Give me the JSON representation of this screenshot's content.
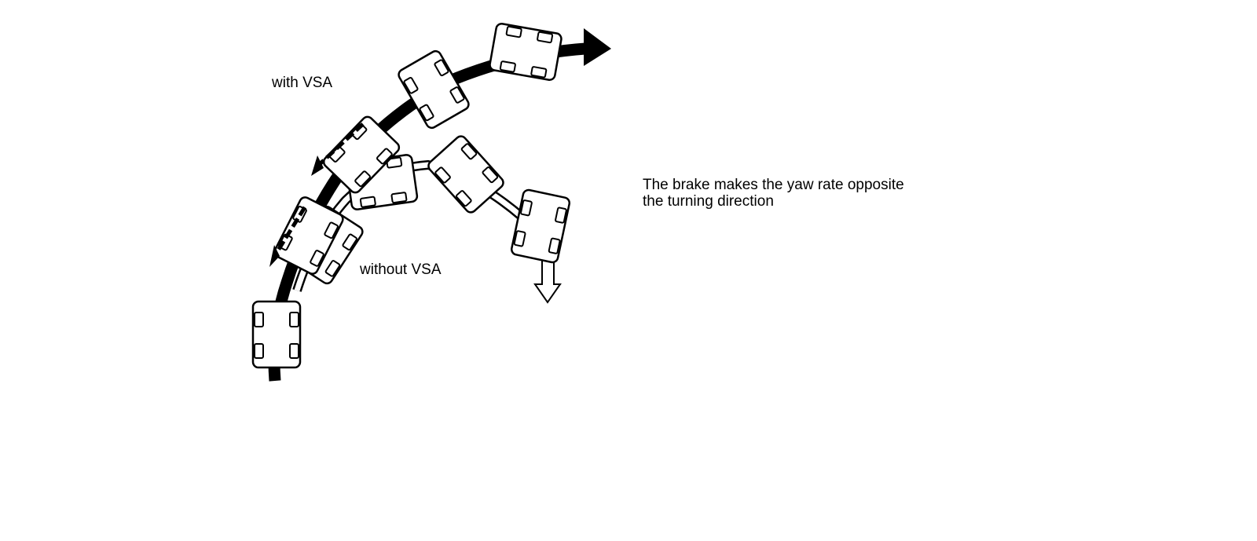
{
  "labels": {
    "with_vsa": "with VSA",
    "without_vsa": "without VSA",
    "note_line1": "The brake makes the yaw rate opposite",
    "note_line2": "the turning direction"
  },
  "colors": {
    "ink": "#000000",
    "paper": "#ffffff"
  },
  "icons": {
    "car": "car-top-view-icon",
    "path_arrow": "path-arrow-icon",
    "brake_arrow": "brake-force-arrow-icon",
    "skid_arrow": "skid-direction-arrow-icon"
  }
}
